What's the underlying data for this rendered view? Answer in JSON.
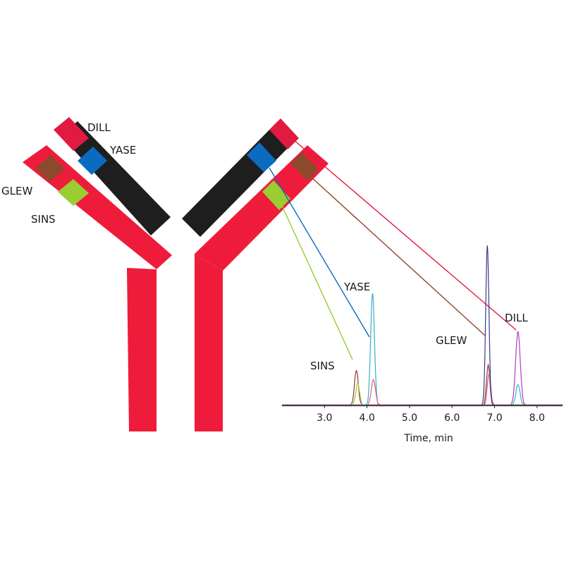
{
  "colors": {
    "heavy_chain": "#ee1c3a",
    "light_chain": "#1e1e1e",
    "dill": "#e01a40",
    "yase": "#0b6bc0",
    "glew": "#8b4a2b",
    "sins": "#9acd32",
    "peak_sins": "#8b3a3a",
    "peak_yase": "#35b0c8",
    "peak_glew": "#3a3a8c",
    "peak_dill": "#b040b8"
  },
  "labels": {
    "dill_left": "DILL",
    "yase_left": "YASE",
    "glew_left": "GLEW",
    "sins_left": "SINS",
    "yase_chart": "YASE",
    "sins_chart": "SINS",
    "glew_chart": "GLEW",
    "dill_chart": "DILL"
  },
  "chart_data": {
    "type": "line",
    "xlabel": "Time, min",
    "x_ticks": [
      "3.0",
      "4.0",
      "5.0",
      "6.0",
      "7.0",
      "8.0"
    ],
    "x_tick_values": [
      3.0,
      4.0,
      5.0,
      6.0,
      7.0,
      8.0
    ],
    "xlim": [
      2.0,
      8.6
    ],
    "ylim": [
      0,
      100
    ],
    "series": [
      {
        "color": "#8b3a3a",
        "peaks": [
          {
            "x": 3.75,
            "height": 22,
            "width": 0.045
          },
          {
            "x": 6.85,
            "height": 25,
            "width": 0.04
          }
        ]
      },
      {
        "color": "#9acd32",
        "peaks": [
          {
            "x": 3.78,
            "height": 14,
            "width": 0.045
          }
        ]
      },
      {
        "color": "#35b0c8",
        "peaks": [
          {
            "x": 4.13,
            "height": 70,
            "width": 0.045
          },
          {
            "x": 7.55,
            "height": 13,
            "width": 0.05
          }
        ]
      },
      {
        "color": "#e0607a",
        "peaks": [
          {
            "x": 4.15,
            "height": 16,
            "width": 0.05
          },
          {
            "x": 6.87,
            "height": 20,
            "width": 0.04
          }
        ]
      },
      {
        "color": "#3a3a8c",
        "peaks": [
          {
            "x": 6.83,
            "height": 100,
            "width": 0.038
          }
        ]
      },
      {
        "color": "#b040b8",
        "peaks": [
          {
            "x": 7.55,
            "height": 46,
            "width": 0.055
          }
        ]
      }
    ]
  }
}
